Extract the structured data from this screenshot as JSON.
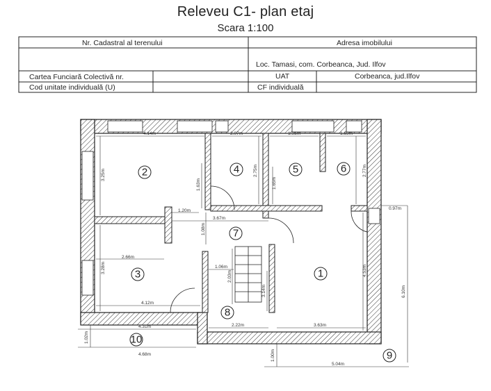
{
  "header": {
    "title": "Releveu C1- plan etaj",
    "scale": "Scara 1:100"
  },
  "info_table": {
    "cadastral_label": "Nr. Cadastral al terenului",
    "address_label": "Adresa imobilului",
    "address_value": "Loc. Tamasi, com. Corbeanca, Jud. Ilfov",
    "carte_label": "Cartea Funciară Colectivă nr.",
    "uat_label": "UAT",
    "uat_value": "Corbeanca,  jud.Ilfov",
    "cod_label": "Cod unitate individuală (U)",
    "cf_label": "CF individuală"
  },
  "rooms": [
    "1",
    "2",
    "3",
    "4",
    "5",
    "6",
    "7",
    "8",
    "9",
    "10"
  ],
  "dimensions": {
    "r2_w": "4.14m",
    "r2_h": "3.25m",
    "r4_w": "2.07m",
    "r4_h1": "1.63m",
    "r4_h2": "2.75m",
    "r5_w": "1.95m",
    "r5_h": "1.65m",
    "r6_w": "1.69m",
    "r6_h": "2.77m",
    "cor_1": "1.20m",
    "cor_2": "3.67m",
    "cor_3": "1.08m",
    "r3_w": "2.66m",
    "r3_h": "3.28m",
    "r3_bottom": "4.12m",
    "stair_w": "1.06m",
    "stair_h": "2.03m",
    "stair_2": "3.14m",
    "r8_w": "2.22m",
    "r1_w": "3.63m",
    "r1_h": "4.53m",
    "balc_w": "0.97m",
    "total_h": "6.10m",
    "bot_1": "4.31m",
    "bot_2": "4.68m",
    "bot_3": "5.04m",
    "bot_v1": "1.02m",
    "bot_v2": "1.00m"
  }
}
